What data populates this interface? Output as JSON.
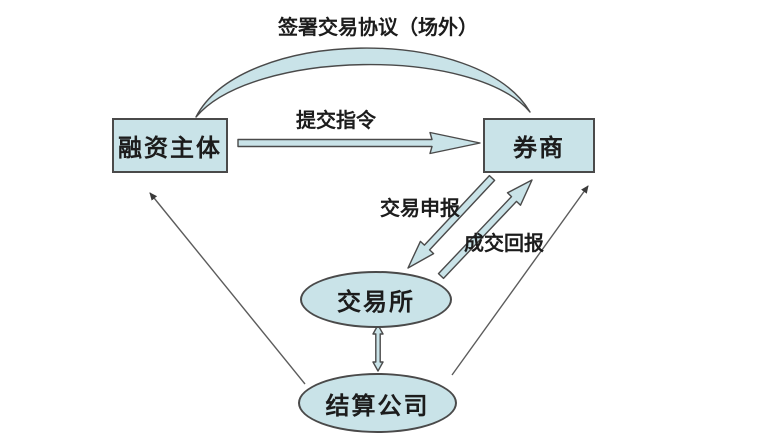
{
  "diagram": {
    "title": "margin-financing-trading-flow",
    "colors": {
      "node_fill": "#c9e3e8",
      "stroke": "#4a4a4a",
      "line": "#5c5c5c",
      "text": "#1c1c1c",
      "background": "#ffffff"
    },
    "nodes": [
      {
        "id": "financing-entity",
        "label": "融资主体",
        "shape": "rect"
      },
      {
        "id": "broker",
        "label": "券商",
        "shape": "rect"
      },
      {
        "id": "exchange",
        "label": "交易所",
        "shape": "ellipse"
      },
      {
        "id": "clearing-company",
        "label": "结算公司",
        "shape": "ellipse"
      }
    ],
    "edges": [
      {
        "id": "sign-agreement",
        "label": "签署交易协议（场外）",
        "from": "financing-entity",
        "to": "broker",
        "style": "curved-band"
      },
      {
        "id": "submit-order",
        "label": "提交指令",
        "from": "financing-entity",
        "to": "broker",
        "style": "block-arrow"
      },
      {
        "id": "trade-declaration",
        "label": "交易申报",
        "from": "broker",
        "to": "exchange",
        "style": "block-arrow"
      },
      {
        "id": "trade-confirmation",
        "label": "成交回报",
        "from": "exchange",
        "to": "broker",
        "style": "block-arrow"
      },
      {
        "id": "exchange-clearing-link",
        "label": "",
        "from": "exchange",
        "to": "clearing-company",
        "style": "double-headed-arrow"
      },
      {
        "id": "clearing-to-financing",
        "label": "",
        "from": "clearing-company",
        "to": "financing-entity",
        "style": "thin-arrow"
      },
      {
        "id": "clearing-to-broker",
        "label": "",
        "from": "clearing-company",
        "to": "broker",
        "style": "thin-arrow"
      }
    ]
  }
}
